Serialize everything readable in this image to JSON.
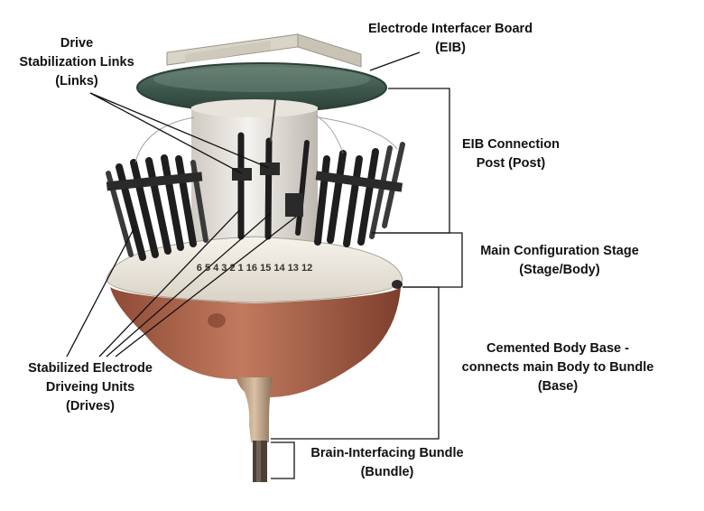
{
  "labels": {
    "eib": {
      "line1": "Electrode Interfacer Board",
      "line2": "(EIB)"
    },
    "links": {
      "line1": "Drive",
      "line2": "Stabilization Links",
      "line3": "(Links)"
    },
    "post": {
      "line1": "EIB Connection",
      "line2": "Post (Post)"
    },
    "stage": {
      "line1": "Main Configuration Stage",
      "line2": "(Stage/Body)"
    },
    "base": {
      "line1": "Cemented Body Base -",
      "line2": "connects main Body to Bundle",
      "line3": "(Base)"
    },
    "drives": {
      "line1": "Stabilized Electrode",
      "line2": "Driveing Units",
      "line3": "(Drives)"
    },
    "bundle": {
      "line1": "Brain-Interfacing Bundle",
      "line2": "(Bundle)"
    }
  },
  "stage_markings": "6 5 4 3 2 1 16 15 14 13 12",
  "colors": {
    "board": "#3f5a4e",
    "board_edge": "#2b3f36",
    "post": "#ece9e3",
    "stage": "#f3efe6",
    "base": "#b06a52",
    "bundle": "#c8aa8c",
    "drive": "#2a2a2a",
    "leader": "#111111"
  }
}
